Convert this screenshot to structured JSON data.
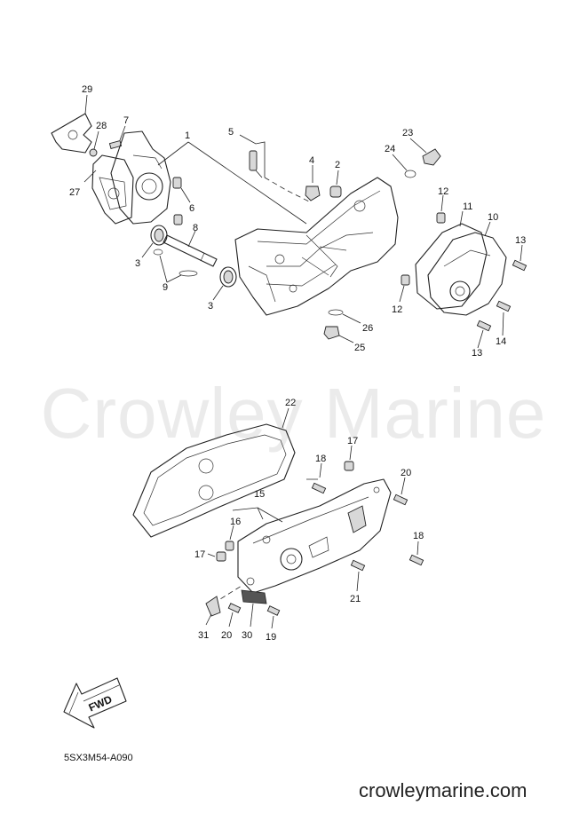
{
  "watermark": "Crowley Marine",
  "diagram_code": "5SX3M54-A090",
  "website": "crowleymarine.com",
  "fwd_label": "FWD",
  "callouts": {
    "c1": "1",
    "c2": "2",
    "c3a": "3",
    "c3b": "3",
    "c4": "4",
    "c5": "5",
    "c6": "6",
    "c7": "7",
    "c8": "8",
    "c9": "9",
    "c10": "10",
    "c11": "11",
    "c12a": "12",
    "c12b": "12",
    "c13a": "13",
    "c13b": "13",
    "c14": "14",
    "c15": "15",
    "c16": "16",
    "c17a": "17",
    "c17b": "17",
    "c18a": "18",
    "c18b": "18",
    "c19": "19",
    "c20a": "20",
    "c20b": "20",
    "c21": "21",
    "c22": "22",
    "c23": "23",
    "c24": "24",
    "c25": "25",
    "c26": "26",
    "c27": "27",
    "c28": "28",
    "c29": "29",
    "c30": "30",
    "c31": "31"
  }
}
